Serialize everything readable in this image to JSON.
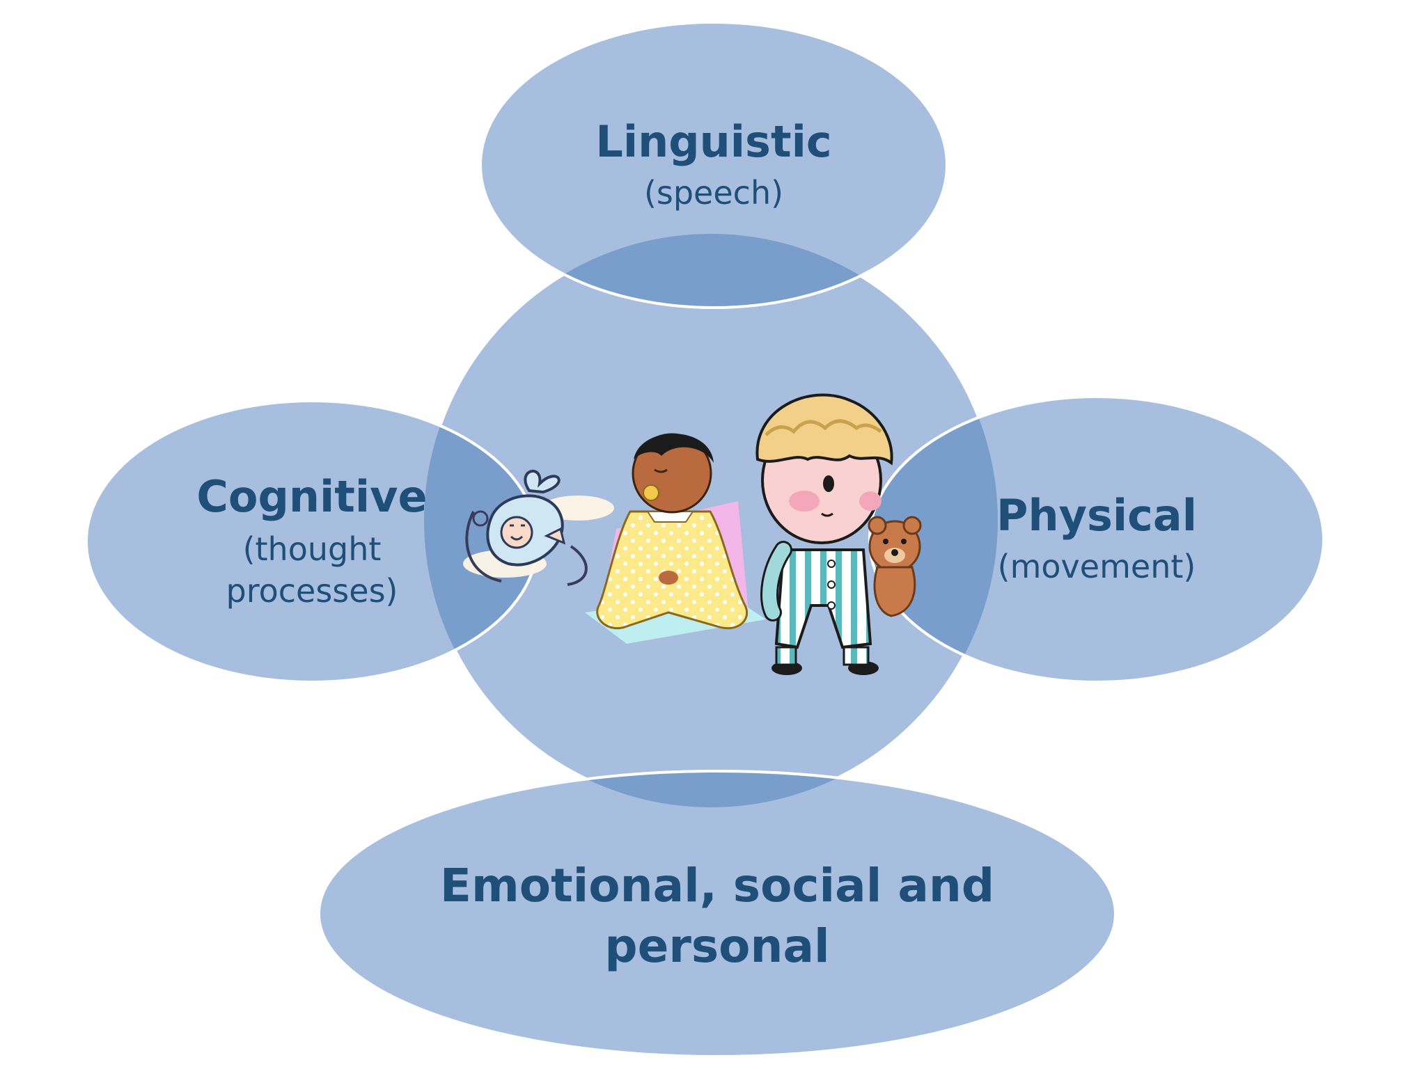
{
  "diagram": {
    "nodes": [
      {
        "id": "linguistic",
        "title": "Linguistic",
        "subtitle_lines": [
          "(speech)"
        ]
      },
      {
        "id": "cognitive",
        "title": "Cognitive",
        "subtitle_lines": [
          "(thought",
          "processes)"
        ]
      },
      {
        "id": "physical",
        "title": "Physical",
        "subtitle_lines": [
          "(movement)"
        ]
      },
      {
        "id": "emotional",
        "title_lines": [
          "Emotional, social and",
          "personal"
        ]
      }
    ],
    "colors": {
      "ellipse_fill": "#a7bedf",
      "overlap_fill": "#7a9ecb",
      "outline": "#ffffff",
      "text": "#1f4e79"
    },
    "illustrations": [
      "stork-bundle-baby-icon",
      "sitting-baby-with-pacifier-icon",
      "boy-with-teddy-bear-icon"
    ]
  }
}
